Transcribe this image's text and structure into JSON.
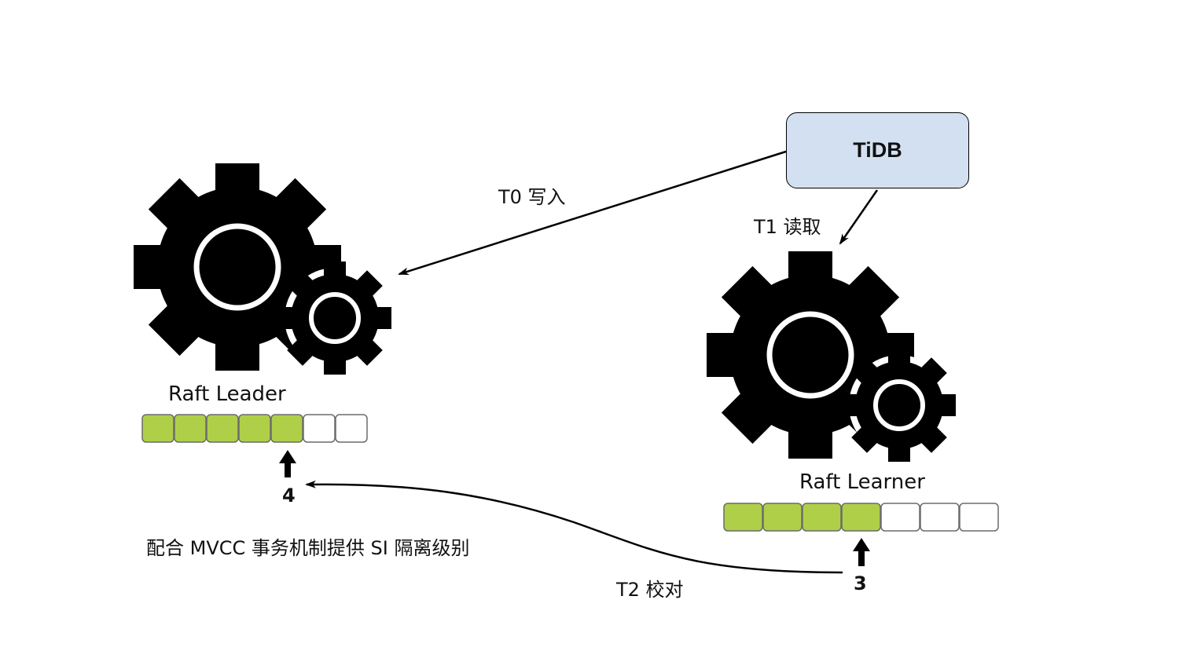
{
  "tidb": {
    "label": "TiDB"
  },
  "edges": {
    "t0": "T0 写入",
    "t1": "T1 读取",
    "t2": "T2 校对"
  },
  "leader": {
    "label": "Raft Leader",
    "log_total": 7,
    "log_committed": 5,
    "index": "4"
  },
  "learner": {
    "label": "Raft Learner",
    "log_total": 7,
    "log_committed": 4,
    "index": "3"
  },
  "note": "配合 MVCC 事务机制提供 SI 隔离级别",
  "colors": {
    "committed": "#b0cf48",
    "empty": "#ffffff",
    "box_fill": "#d3e0f1",
    "gear": "#000000"
  },
  "icons": {
    "gear": "gears-icon",
    "pointer": "up-arrow-icon"
  }
}
